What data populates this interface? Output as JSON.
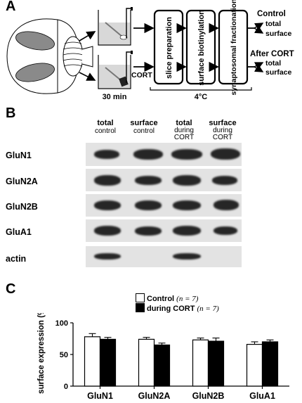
{
  "panels": {
    "a": "A",
    "b": "B",
    "c": "C"
  },
  "schematic": {
    "time_label": "30 min",
    "cort_label": "CORT",
    "steps": [
      "slice preparation",
      "surface biotinylation",
      "synaptosomal fractionation"
    ],
    "temperature_label": "4°C",
    "outputs": [
      {
        "group": "Control",
        "items": [
          "total",
          "surface"
        ]
      },
      {
        "group": "After CORT",
        "items": [
          "total",
          "surface"
        ]
      }
    ]
  },
  "blot": {
    "lanes": [
      {
        "top": "total",
        "bottom": "control"
      },
      {
        "top": "surface",
        "bottom": "control"
      },
      {
        "top": "total",
        "bottom": "during CORT"
      },
      {
        "top": "surface",
        "bottom": "during CORT"
      }
    ],
    "rows": [
      "GluN1",
      "GluN2A",
      "GluN2B",
      "GluA1",
      "actin"
    ]
  },
  "legend": {
    "control": {
      "label": "Control",
      "n": "(n = 7)"
    },
    "cort": {
      "label": "during CORT",
      "n": "(n = 7)"
    }
  },
  "colors": {
    "control": "#ffffff",
    "cort": "#000000",
    "blot_bg": "#e3e3e3",
    "band": "#262626"
  },
  "chart_data": {
    "type": "bar",
    "categories": [
      "GluN1",
      "GluN2A",
      "GluN2B",
      "GluA1"
    ],
    "series": [
      {
        "name": "Control",
        "values": [
          78,
          74,
          73,
          66
        ],
        "errors": [
          5,
          3,
          3,
          4
        ]
      },
      {
        "name": "during CORT",
        "values": [
          74,
          65,
          71,
          70
        ],
        "errors": [
          3,
          3,
          5,
          3
        ]
      }
    ],
    "ylabel": "surface expression (%)",
    "yticks": [
      0,
      50,
      100
    ],
    "ylim": [
      0,
      100
    ]
  }
}
